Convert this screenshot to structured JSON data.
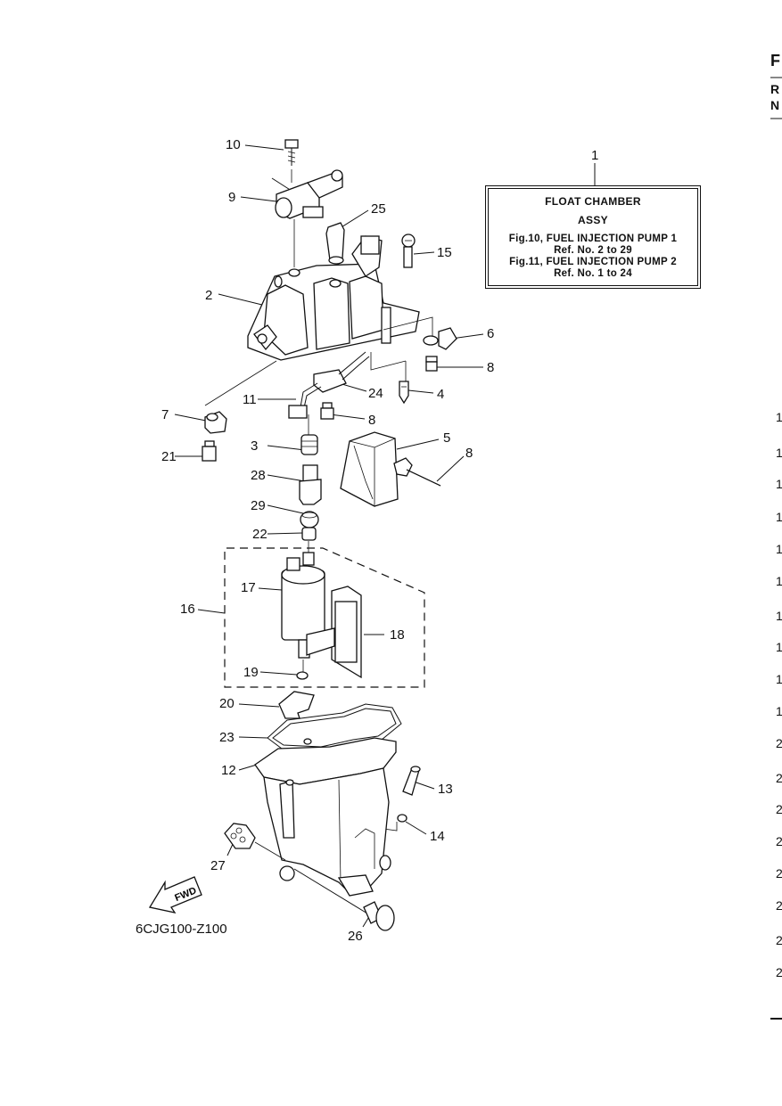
{
  "ref_box": {
    "number": "1",
    "line1": "FLOAT CHAMBER",
    "line2": "ASSY",
    "line3": "Fig.10, FUEL INJECTION PUMP 1",
    "line4": "Ref. No. 2 to 29",
    "line5": "Fig.11, FUEL INJECTION PUMP 2",
    "line6": "Ref. No. 1 to 24"
  },
  "callouts": [
    "10",
    "9",
    "25",
    "15",
    "2",
    "6",
    "8",
    "4",
    "24",
    "11",
    "7",
    "8",
    "21",
    "3",
    "5",
    "8",
    "28",
    "29",
    "22",
    "17",
    "16",
    "18",
    "19",
    "20",
    "23",
    "12",
    "13",
    "14",
    "27",
    "26"
  ],
  "fwd_label": "FWD",
  "drawing_code": "6CJG100-Z100",
  "right_edge": {
    "heading": [
      "F",
      "R",
      "N"
    ],
    "numbers": [
      "1",
      "1",
      "1",
      "1",
      "1",
      "1",
      "1",
      "1",
      "1",
      "1",
      "2",
      "2",
      "2",
      "2",
      "2",
      "2",
      "2",
      "2"
    ]
  }
}
